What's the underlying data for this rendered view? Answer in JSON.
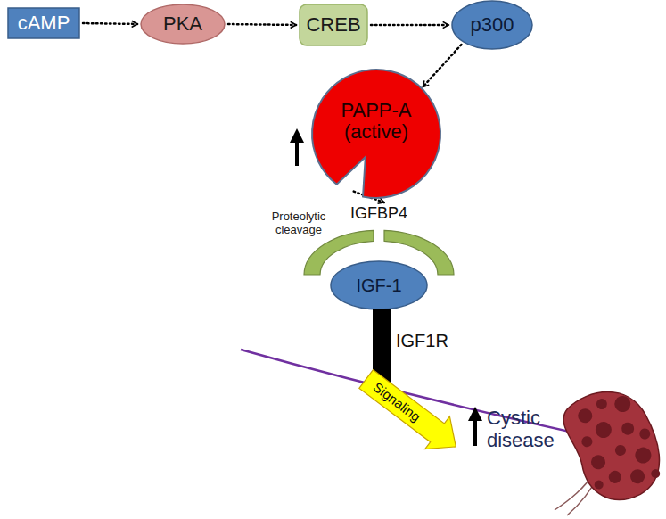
{
  "diagram": {
    "nodes": [
      {
        "text": [
          "cAMP"
        ]
      },
      {
        "text": [
          "PKA"
        ]
      },
      {
        "text": [
          "CREB"
        ]
      },
      {
        "text": [
          "p300"
        ]
      },
      {
        "text": [
          "PAPP-A (active)"
        ]
      },
      {
        "text": [
          "IGFBP4"
        ]
      },
      {
        "text": [
          "IGF-1"
        ]
      },
      {
        "text": [
          "IGF1R"
        ]
      },
      {
        "text": [
          "Signaling"
        ]
      }
    ],
    "edges": [
      {
        "from": 0,
        "to": 1,
        "arrow": "to"
      },
      {
        "from": 1,
        "to": 2,
        "arrow": "to"
      },
      {
        "from": 2,
        "to": 3,
        "arrow": "to"
      },
      {
        "from": 3,
        "to": 4,
        "arrow": "to"
      },
      {
        "from": 4,
        "to": 5,
        "arrow": "to"
      }
    ],
    "labels": [
      "Proteolytic cleavage",
      "Cystic disease"
    ]
  }
}
